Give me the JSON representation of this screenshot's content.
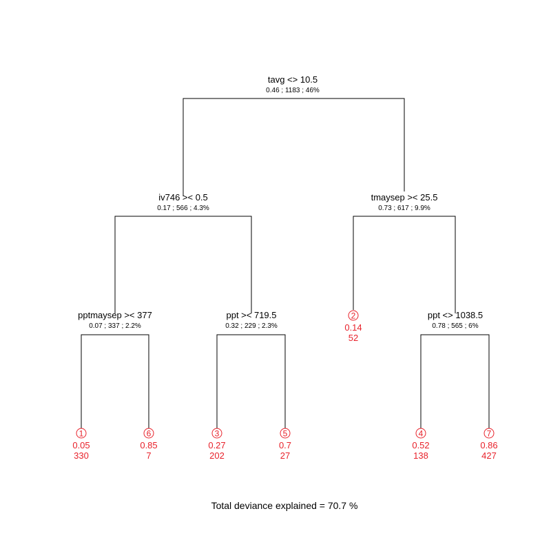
{
  "colors": {
    "leaf": "#e8212a",
    "line": "#000000",
    "text": "#000000"
  },
  "splits": {
    "root": {
      "label": "tavg <> 10.5",
      "stats": "0.46 ; 1183 ; 46%"
    },
    "left": {
      "label": "iv746 >< 0.5",
      "stats": "0.17 ; 566 ; 4.3%"
    },
    "right": {
      "label": "tmaysep >< 25.5",
      "stats": "0.73 ; 617 ; 9.9%"
    },
    "leftleft": {
      "label": "pptmaysep >< 377",
      "stats": "0.07 ; 337 ; 2.2%"
    },
    "leftright": {
      "label": "ppt >< 719.5",
      "stats": "0.32 ; 229 ; 2.3%"
    },
    "rightright": {
      "label": "ppt <> 1038.5",
      "stats": "0.78 ; 565 ; 6%"
    }
  },
  "leaves": {
    "l1": {
      "id": "1",
      "value": "0.05",
      "count": "330"
    },
    "l6": {
      "id": "6",
      "value": "0.85",
      "count": "7"
    },
    "l3": {
      "id": "3",
      "value": "0.27",
      "count": "202"
    },
    "l5": {
      "id": "5",
      "value": "0.7",
      "count": "27"
    },
    "l2": {
      "id": "2",
      "value": "0.14",
      "count": "52"
    },
    "l4": {
      "id": "4",
      "value": "0.52",
      "count": "138"
    },
    "l7": {
      "id": "7",
      "value": "0.86",
      "count": "427"
    }
  },
  "caption": "Total deviance explained = 70.7 %"
}
